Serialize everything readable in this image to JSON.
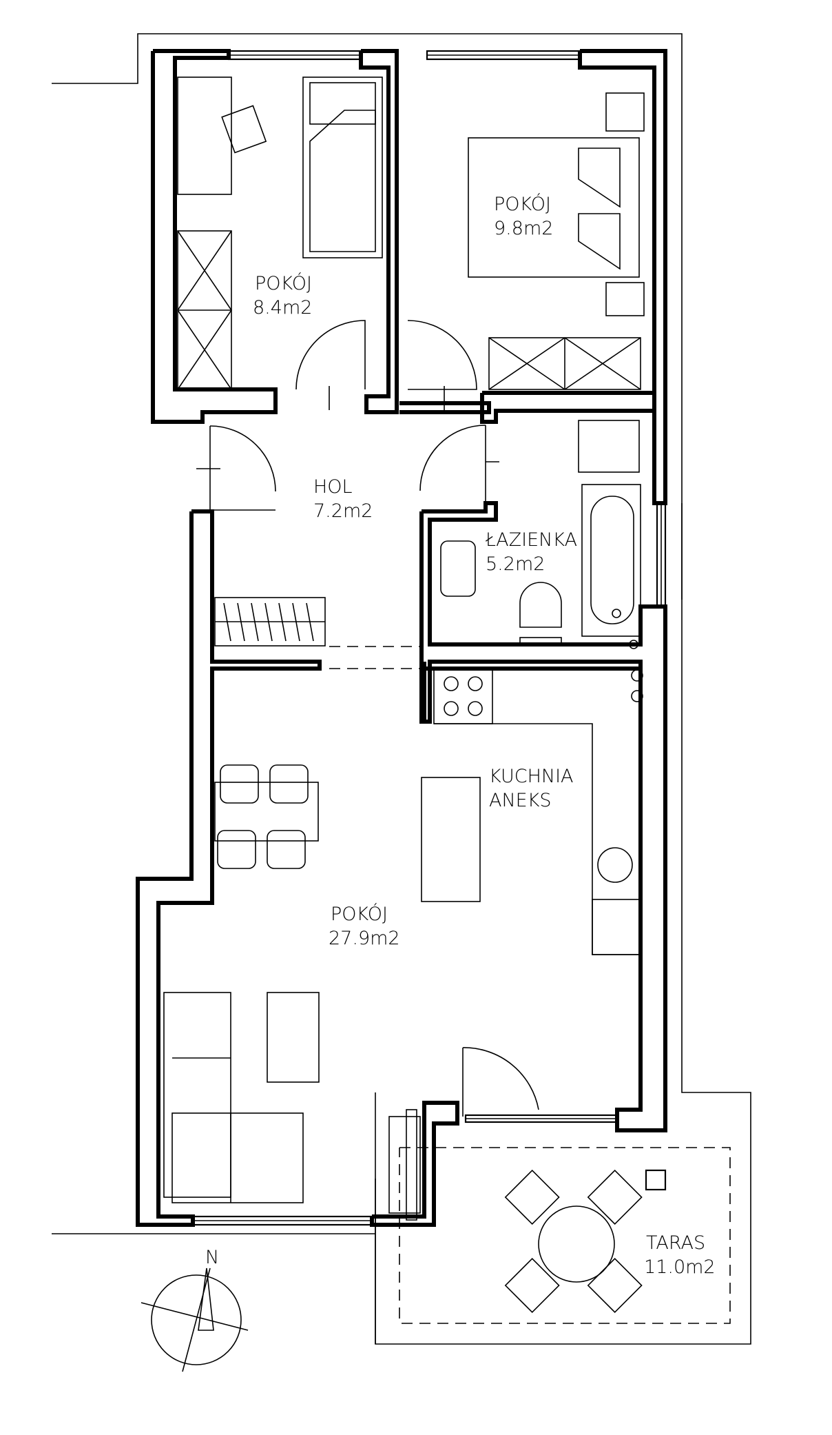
{
  "rooms": [
    {
      "name": "POKÓJ",
      "area": "8.4m2"
    },
    {
      "name": "POKÓJ",
      "area": "9.8m2"
    },
    {
      "name": "HOL",
      "area": "7.2m2"
    },
    {
      "name": "ŁAZIENKA",
      "area": "5.2m2"
    },
    {
      "name": "KUCHNIA",
      "area": "ANEKS"
    },
    {
      "name": "POKÓJ",
      "area": "27.9m2"
    },
    {
      "name": "TARAS",
      "area": "11.0m2"
    }
  ],
  "compass": {
    "label": "N"
  },
  "colors": {
    "line": "#000000",
    "background": "#ffffff"
  }
}
